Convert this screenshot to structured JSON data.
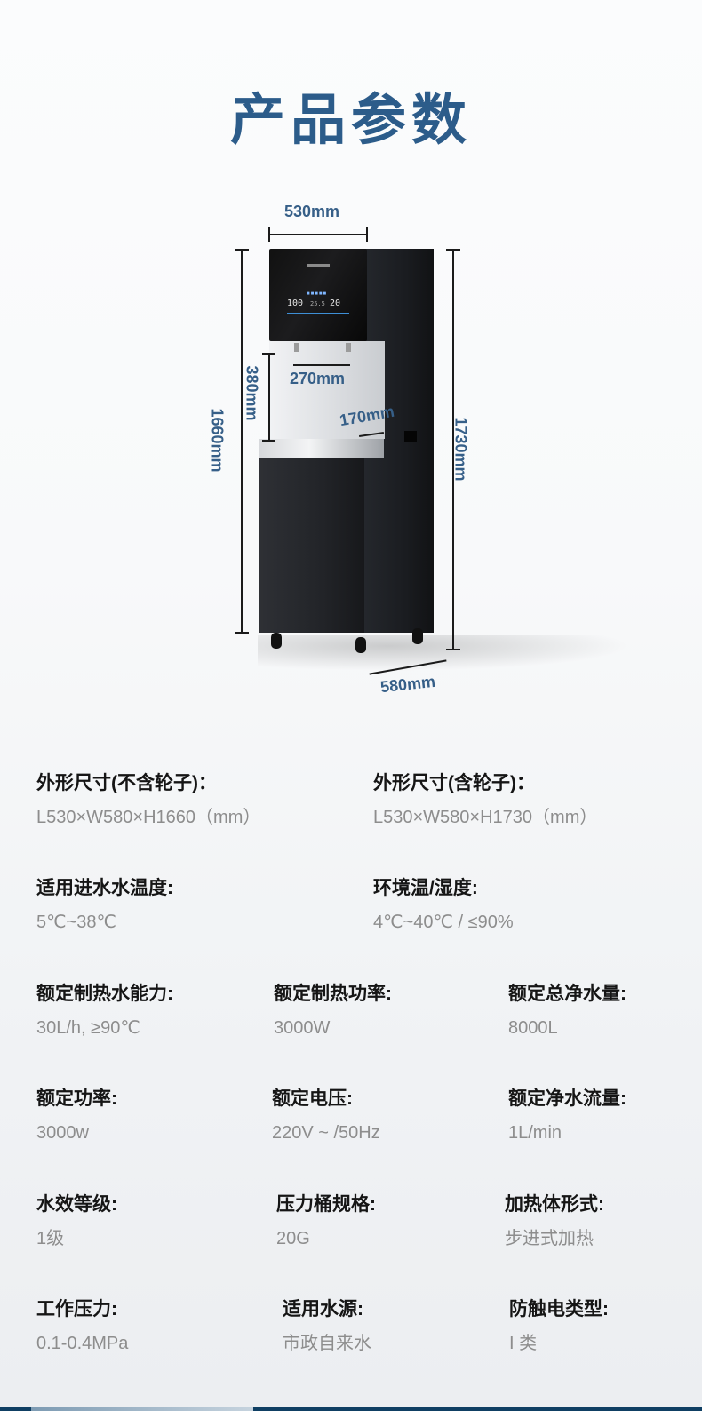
{
  "page": {
    "title": "产品参数",
    "accent_color": "#2c5c8a",
    "dimension_color": "#365f88"
  },
  "figure": {
    "dimensions": {
      "top_width": "530mm",
      "tap_spacing": "270mm",
      "dispense_height": "380mm",
      "body_height_no_wheels": "1660mm",
      "body_height_with_wheels": "1730mm",
      "tray_depth": "170mm",
      "depth": "580mm"
    },
    "panel": {
      "hot_temp": "100",
      "cold_temp": "20",
      "center_reading": "25.5",
      "indicator": "■■■■■"
    }
  },
  "specs": [
    {
      "label": "外形尺寸(不含轮子)：",
      "value": "L530×W580×H1660（mm）"
    },
    {
      "label": "外形尺寸(含轮子)：",
      "value": "L530×W580×H1730（mm）"
    },
    {
      "label": "适用进水水温度:",
      "value": "5℃~38℃"
    },
    {
      "label": "环境温/湿度:",
      "value": "4℃~40℃ / ≤90%"
    },
    {
      "label": "额定制热水能力:",
      "value": "30L/h, ≥90℃"
    },
    {
      "label": "额定制热功率:",
      "value": "3000W"
    },
    {
      "label": "额定总净水量:",
      "value": "8000L"
    },
    {
      "label": "额定功率:",
      "value": "3000w"
    },
    {
      "label": "额定电压:",
      "value": "220V ~ /50Hz"
    },
    {
      "label": "额定净水流量:",
      "value": "1L/min"
    },
    {
      "label": "水效等级:",
      "value": "1级"
    },
    {
      "label": "压力桶规格:",
      "value": "20G"
    },
    {
      "label": "加热体形式:",
      "value": "步进式加热"
    },
    {
      "label": "工作压力:",
      "value": "0.1-0.4MPa"
    },
    {
      "label": "适用水源:",
      "value": "市政自来水"
    },
    {
      "label": "防触电类型:",
      "value": "I 类"
    }
  ]
}
